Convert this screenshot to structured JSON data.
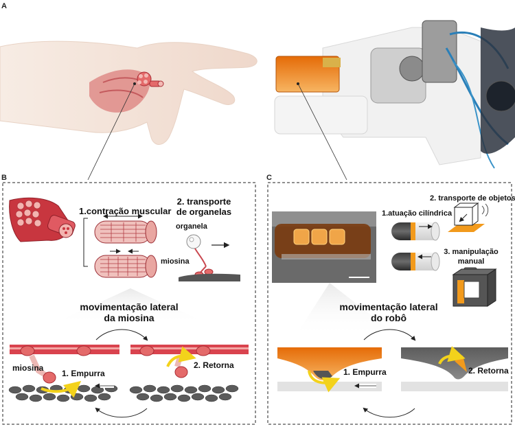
{
  "panels": {
    "a": {
      "letter": "A"
    },
    "b": {
      "letter": "B",
      "heading_1": "1.contração muscular",
      "heading_2_line1": "2. transporte",
      "heading_2_line2": "de organelas",
      "label_organela": "organela",
      "label_miosina_top": "miosina",
      "subtitle_line1": "movimentação lateral",
      "subtitle_line2": "da miosina",
      "label_miosina_bottom": "miosina",
      "step_1": "1.  Empurra",
      "step_2": "2. Retorna"
    },
    "c": {
      "letter": "C",
      "heading_1": "1.atuação cilíndrica",
      "heading_2": "2. transporte de objetos",
      "heading_3_line1": "3. manipulação",
      "heading_3_line2": "manual",
      "subtitle_line1": "movimentação lateral",
      "subtitle_line2": "do robô",
      "step_1": "1.  Empurra",
      "step_2": "2. Retorna"
    }
  },
  "colors": {
    "muscle": "#d9434e",
    "muscle_light": "#f2b9b8",
    "orange": "#f29a1c",
    "yellow_arrow": "#f3d21b",
    "gray_dark": "#4a4a4a",
    "dashed_border": "#222222"
  }
}
